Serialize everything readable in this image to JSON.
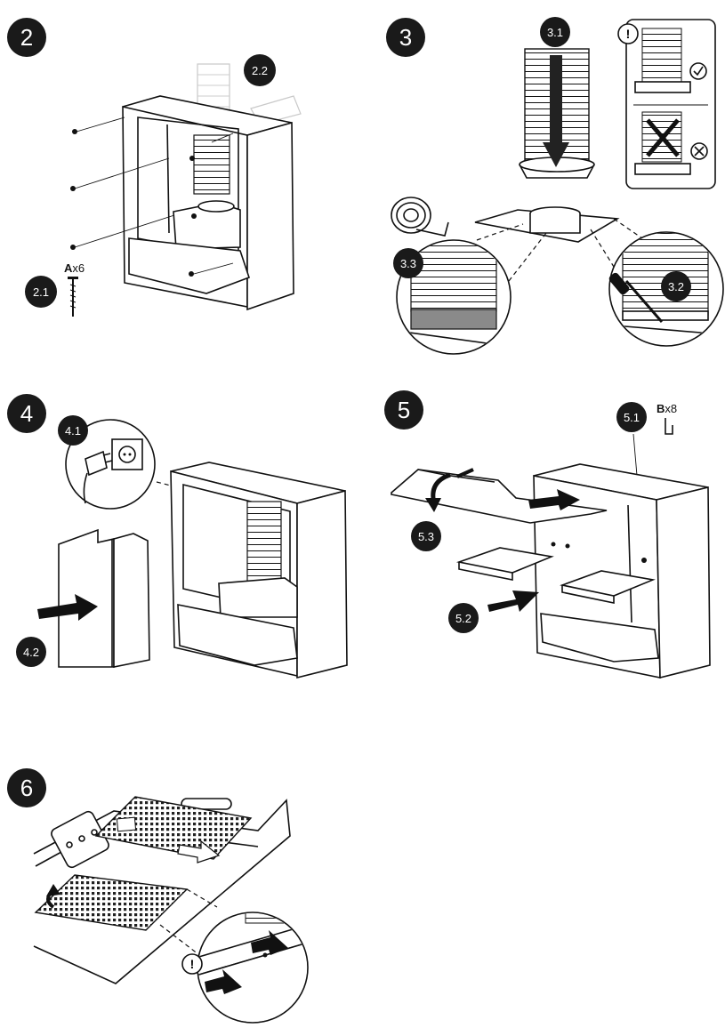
{
  "steps": [
    {
      "number": "2",
      "callouts": [
        "2.1",
        "2.2"
      ],
      "hardware": {
        "letter": "A",
        "qty": "x6"
      }
    },
    {
      "number": "3",
      "callouts": [
        "3.1",
        "3.2",
        "3.3"
      ],
      "warning_icon": "exclamation-icon",
      "check_icon": "check-circle-icon",
      "cross_icon": "cross-circle-icon"
    },
    {
      "number": "4",
      "callouts": [
        "4.1",
        "4.2"
      ]
    },
    {
      "number": "5",
      "callouts": [
        "5.1",
        "5.2",
        "5.3"
      ],
      "hardware": {
        "letter": "B",
        "qty": "x8"
      }
    },
    {
      "number": "6",
      "warning_icon": "exclamation-icon"
    }
  ],
  "colors": {
    "badge": "#1a1a1a",
    "line": "#111111",
    "tape": "#8a8a8a",
    "ghost": "#c9c9c9"
  }
}
